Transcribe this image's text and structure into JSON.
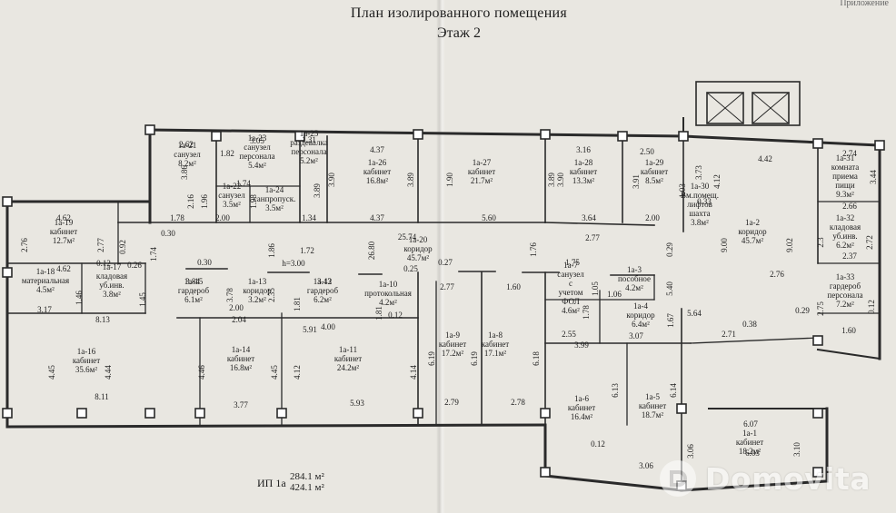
{
  "header": {
    "title": "План изолированного помещения",
    "floor": "Этаж 2",
    "corner_note": "Приложение"
  },
  "totals": {
    "label": "ИП 1а",
    "area_1": "284.1 м²",
    "area_2": "424.1 м²"
  },
  "watermark": {
    "text": "Domovita"
  },
  "rooms": [
    {
      "id": "1а-1",
      "name": "кабинет",
      "area": "18.2м²"
    },
    {
      "id": "1а-2",
      "name": "коридор",
      "area": "45.7м²"
    },
    {
      "id": "1а-3",
      "name": "пособное",
      "area": "4.2м²"
    },
    {
      "id": "1а-4",
      "name": "коридор",
      "area": "6.4м²"
    },
    {
      "id": "1а-5",
      "name": "кабинет",
      "area": "18.7м²"
    },
    {
      "id": "1а-6",
      "name": "кабинет",
      "area": "16.4м²"
    },
    {
      "id": "1а-7",
      "name": "санузел с учетом ФОЛ",
      "area": "4.6м²"
    },
    {
      "id": "1а-8",
      "name": "кабинет",
      "area": "17.1м²"
    },
    {
      "id": "1а-9",
      "name": "кабинет",
      "area": "17.2м²"
    },
    {
      "id": "1а-10",
      "name": "протокольная",
      "area": "4.2м²"
    },
    {
      "id": "1а-11",
      "name": "кабинет",
      "area": "24.2м²"
    },
    {
      "id": "1а-12",
      "name": "гардероб",
      "area": "6.2м²"
    },
    {
      "id": "1а-13",
      "name": "коридор",
      "area": "3.2м²"
    },
    {
      "id": "1а-14",
      "name": "кабинет",
      "area": "16.8м²"
    },
    {
      "id": "1а-15",
      "name": "гардероб",
      "area": "6.1м²"
    },
    {
      "id": "1а-16",
      "name": "кабинет",
      "area": "35.6м²"
    },
    {
      "id": "1а-17",
      "name": "кладовая уб.инв.",
      "area": "3.8м²"
    },
    {
      "id": "1а-18",
      "name": "материальная",
      "area": "4.5м²"
    },
    {
      "id": "1а-19",
      "name": "кабинет",
      "area": "12.7м²"
    },
    {
      "id": "1а-20",
      "name": "коридор",
      "area": "45.7м²"
    },
    {
      "id": "1а-21",
      "name": "санузел",
      "area": "8.2м²"
    },
    {
      "id": "1а-22",
      "name": "санузел",
      "area": "3.5м²"
    },
    {
      "id": "1а-23",
      "name": "санузел персонала",
      "area": "5.4м²"
    },
    {
      "id": "1а-24",
      "name": "санпропуск.",
      "area": "3.5м²"
    },
    {
      "id": "1а-25",
      "name": "раздевалка персонала",
      "area": "5.2м²"
    },
    {
      "id": "1а-26",
      "name": "кабинет",
      "area": "16.8м²"
    },
    {
      "id": "1а-27",
      "name": "кабинет",
      "area": "21.7м²"
    },
    {
      "id": "1а-28",
      "name": "кабинет",
      "area": "13.3м²"
    },
    {
      "id": "1а-29",
      "name": "кабинет",
      "area": "8.5м²"
    },
    {
      "id": "1а-30",
      "name": "Вм.помещ. лифтов шахта",
      "area": "3.8м²"
    },
    {
      "id": "1а-31",
      "name": "комната приема пищи",
      "area": "9.3м²"
    },
    {
      "id": "1а-32",
      "name": "кладовая уб.инв.",
      "area": "6.2м²"
    },
    {
      "id": "1а-33",
      "name": "гардероб персонала",
      "area": "7.2м²"
    }
  ],
  "dimensions": {
    "top": [
      "2.62",
      "1.31",
      "3.05",
      "4.37",
      "3.16",
      "2.50",
      "4.42",
      "2.74"
    ],
    "top_inner": [
      "1.82",
      "1.74",
      "1.78",
      "2.00",
      "1.34",
      "4.37",
      "5.60",
      "3.64",
      "2.00"
    ],
    "verticals": [
      "3.86",
      "2.16",
      "1.96",
      "1.98",
      "3.89",
      "3.90",
      "3.89",
      "1.90",
      "3.89",
      "3.90",
      "3.91",
      "3.73",
      "1.03",
      "4.12",
      "0.33",
      "9.00",
      "9.02",
      "3.44"
    ],
    "left": [
      "4.62",
      "2.76",
      "2.77",
      "0.92",
      "0.12",
      "0.26",
      "4.62",
      "1.74",
      "3.84",
      "3.17",
      "8.13",
      "4.45",
      "4.44",
      "1.45",
      "8.11",
      "1.46",
      "3.43"
    ],
    "mid": [
      "0.30",
      "0.30",
      "h=3.00",
      "1.72",
      "1.86",
      "26.80",
      "25.74",
      "0.25",
      "0.27",
      "1.75",
      "1.76",
      "0.29",
      "2.77",
      "2.77",
      "1.60",
      "3.78",
      "2.04",
      "2.00",
      "2.35",
      "0.12",
      "5.91",
      "4.00",
      "1.06",
      "5.40",
      "2.76",
      "2.66",
      "2.37",
      "2.3",
      "2.72",
      "2.75",
      "0.12",
      "0.29",
      "5.64",
      "0.38",
      "2.71",
      "1.60",
      "1.67",
      "2.55",
      "3.99",
      "3.07"
    ],
    "lower": [
      "4.46",
      "4.45",
      "4.12",
      "4.14",
      "6.19",
      "6.19",
      "6.18",
      "6.13",
      "6.14",
      "3.77",
      "5.93",
      "2.79",
      "2.78",
      "0.12",
      "3.06",
      "3.06",
      "3.10",
      "6.07",
      "6.03",
      "1.81",
      "1.81",
      "1.05",
      "1.78"
    ]
  }
}
